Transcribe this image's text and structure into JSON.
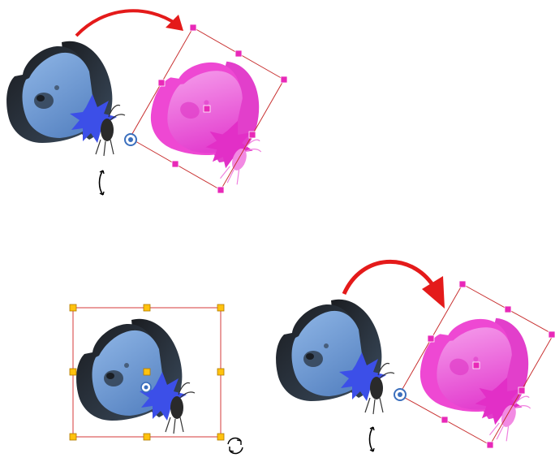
{
  "diagram": {
    "panels": [
      {
        "id": "top",
        "description_hidden": true
      },
      {
        "id": "bottom-left"
      },
      {
        "id": "bottom-right"
      }
    ],
    "colors": {
      "arrow": "#e41a1a",
      "box_red": "#d43a3a",
      "handle_pink": "#e829b8",
      "handle_yellow": "#ffc20e",
      "wing_dark": "#1e2228",
      "wing_blue": "#6b9ed6",
      "flower_blue": "#3c4fe8",
      "pink_wing": "#ef49d2",
      "pink_light": "#f7a6ee",
      "pivot_blue": "#3b6fbd"
    },
    "icons": [
      "rotate-cursor-icon",
      "rotate-cursor-icon",
      "rotate-around-icon"
    ]
  }
}
